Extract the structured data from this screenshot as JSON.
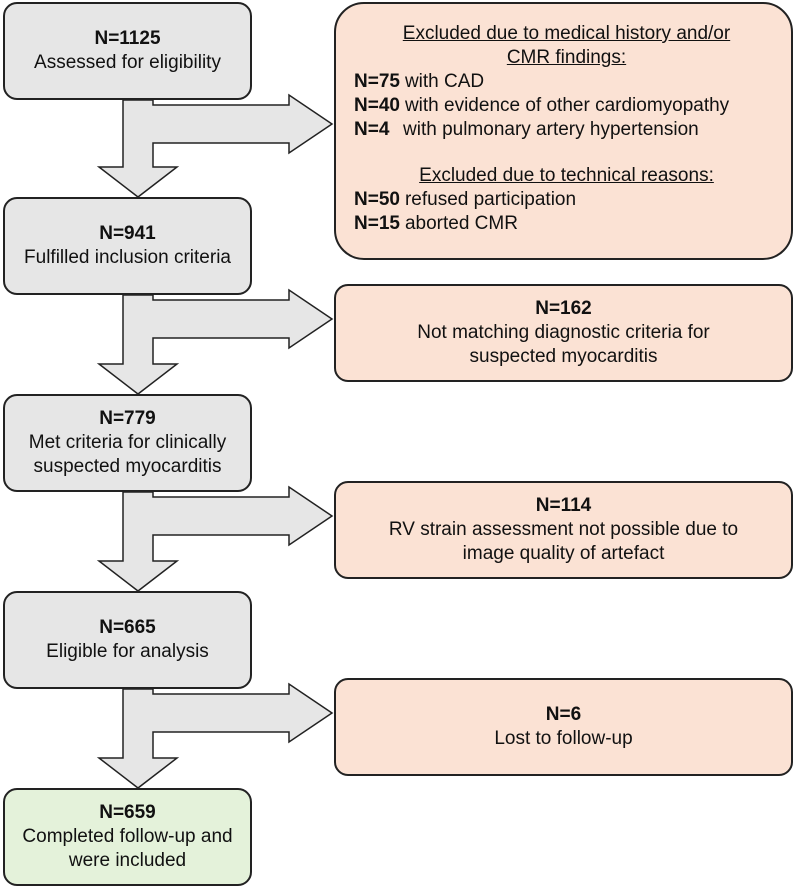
{
  "colors": {
    "main_box": "#e6e6e6",
    "exclusion_box": "#fbe2d4",
    "final_box": "#e4f2da",
    "arrow_fill": "#e6e6e6",
    "border": "#222222"
  },
  "stages": [
    {
      "n": "N=1125",
      "lines": [
        "Assessed for eligibility"
      ]
    },
    {
      "n": "N=941",
      "lines": [
        "Fulfilled inclusion criteria"
      ]
    },
    {
      "n": "N=779",
      "lines": [
        "Met criteria for clinically",
        "suspected myocarditis"
      ]
    },
    {
      "n": "N=665",
      "lines": [
        "Eligible for analysis"
      ]
    },
    {
      "n": "N=659",
      "lines": [
        "Completed follow-up and",
        "were included"
      ]
    }
  ],
  "exclusion_first": {
    "heading1": [
      "Excluded due to medical history and/or",
      "CMR findings:"
    ],
    "items1": [
      {
        "n": "N=75",
        "text": "with CAD"
      },
      {
        "n": "N=40",
        "text": "with evidence of other cardiomyopathy"
      },
      {
        "n": "N=4",
        "text": "with pulmonary artery hypertension"
      }
    ],
    "heading2": "Excluded due to technical reasons:",
    "items2": [
      {
        "n": "N=50",
        "text": "refused participation"
      },
      {
        "n": "N=15",
        "text": "aborted CMR"
      }
    ]
  },
  "exclusions": [
    {
      "n": "N=162",
      "lines": [
        "Not matching diagnostic criteria for",
        "suspected myocarditis"
      ]
    },
    {
      "n": "N=114",
      "lines": [
        "RV strain assessment not possible due to",
        "image quality of artefact"
      ]
    },
    {
      "n": "N=6",
      "lines": [
        "Lost to follow-up"
      ]
    }
  ]
}
